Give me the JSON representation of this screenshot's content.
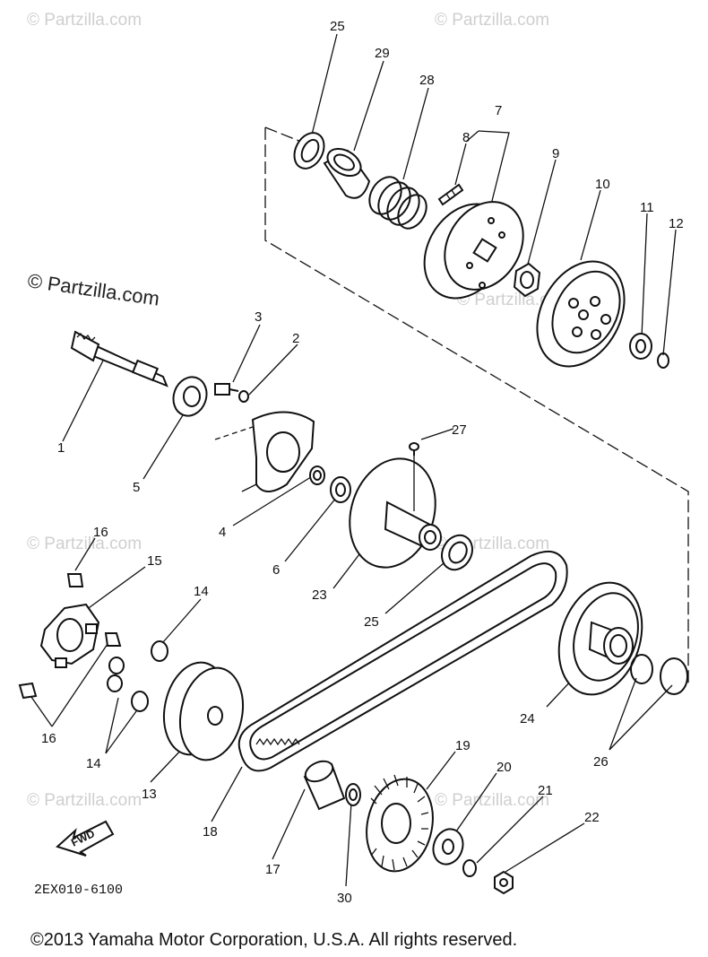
{
  "watermark": "© Partzilla.com",
  "diagram_code": "2EX010-6100",
  "fwd_label": "FWD",
  "copyright": "©2013 Yamaha Motor Corporation, U.S.A. All rights reserved.",
  "callouts": {
    "c1": "1",
    "c2": "2",
    "c3": "3",
    "c4": "4",
    "c5": "5",
    "c6": "6",
    "c7": "7",
    "c8": "8",
    "c9": "9",
    "c10": "10",
    "c11": "11",
    "c12": "12",
    "c13": "13",
    "c14a": "14",
    "c14b": "14",
    "c15": "15",
    "c16a": "16",
    "c16b": "16",
    "c17": "17",
    "c18": "18",
    "c19": "19",
    "c20": "20",
    "c21": "21",
    "c22": "22",
    "c23": "23",
    "c24": "24",
    "c25a": "25",
    "c25b": "25",
    "c26": "26",
    "c27": "27",
    "c28": "28",
    "c29": "29",
    "c30": "30"
  }
}
